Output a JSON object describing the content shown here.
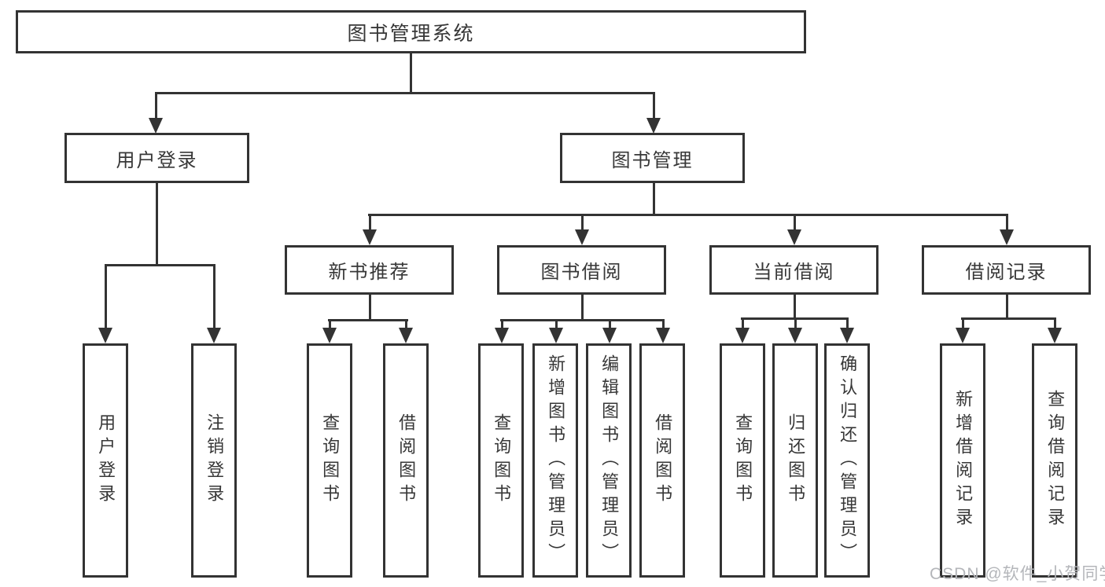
{
  "colors": {
    "line": "#333333",
    "border": "#333333",
    "text": "#373737",
    "background": "#ffffff",
    "watermark_text": "#b4b6ba"
  },
  "root": {
    "label": "图书管理系统"
  },
  "level1": [
    {
      "label": "用户登录"
    },
    {
      "label": "图书管理"
    }
  ],
  "level2": [
    {
      "label": "新书推荐"
    },
    {
      "label": "图书借阅"
    },
    {
      "label": "当前借阅"
    },
    {
      "label": "借阅记录"
    }
  ],
  "leaves": {
    "userLogin": [
      {
        "label": "用户登录"
      },
      {
        "label": "注销登录"
      }
    ],
    "newBooks": [
      {
        "label": "查询图书"
      },
      {
        "label": "借阅图书"
      }
    ],
    "bookBorrow": [
      {
        "label": "查询图书"
      },
      {
        "label": "新增图书（管理员）"
      },
      {
        "label": "编辑图书（管理员）"
      },
      {
        "label": "借阅图书"
      }
    ],
    "currentBorrow": [
      {
        "label": "查询图书"
      },
      {
        "label": "归还图书"
      },
      {
        "label": "确认归还（管理员）"
      }
    ],
    "borrowRecords": [
      {
        "label": "新增借阅记录"
      },
      {
        "label": "查询借阅记录"
      }
    ]
  },
  "watermark": {
    "text": "CSDN @软件_小贺同学"
  }
}
